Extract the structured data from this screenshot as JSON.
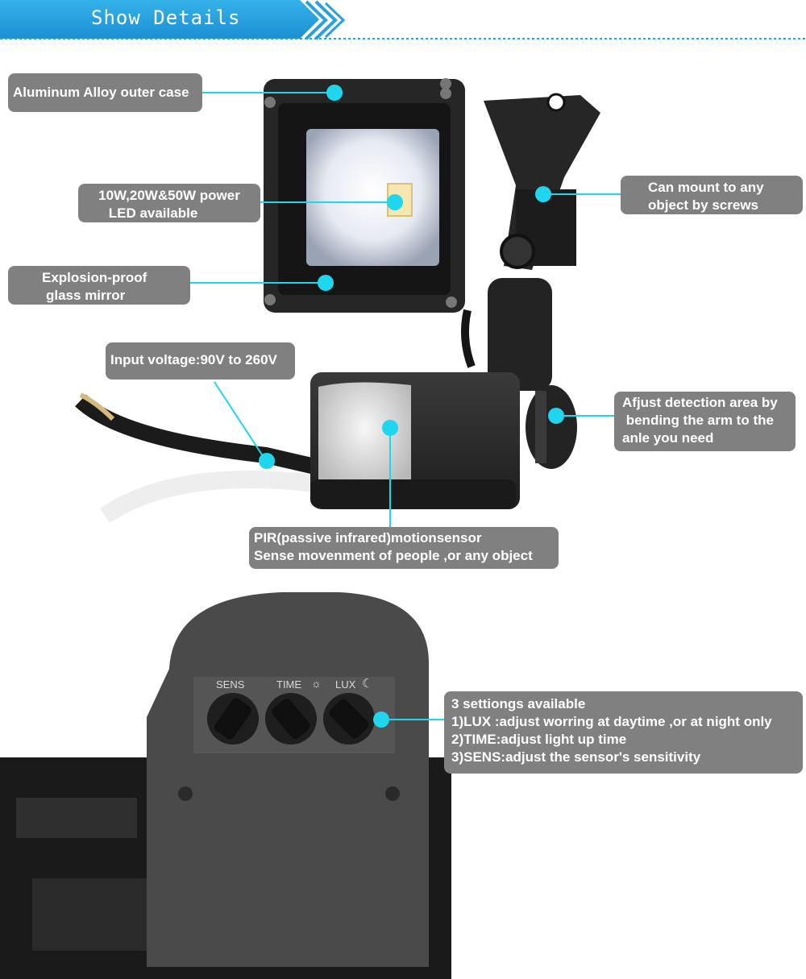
{
  "header": {
    "title": "Show Details"
  },
  "callouts": {
    "case": "Aluminum Alloy outer case",
    "power_l1": "10W,20W&50W power",
    "power_l2": "LED available",
    "glass_l1": "Explosion-proof",
    "glass_l2": "glass mirror",
    "voltage": "Input voltage:90V to 260V",
    "mount_l1": "Can mount to any",
    "mount_l2": "object by screws",
    "adjust_l1": "Afjust detection area by",
    "adjust_l2": " bending the arm to the",
    "adjust_l3": "anle you need",
    "pir_l1": "PIR(passive infrared)motionsensor",
    "pir_l2": "Sense movenment of people ,or any object",
    "settings_l1": "3 settiongs available",
    "settings_l2": "1)LUX :adjust worring at daytime ,or at night only",
    "settings_l3": "2)TIME:adjust light up time",
    "settings_l4": "3)SENS:adjust the sensor's sensitivity"
  },
  "knob_labels": {
    "sens": "SENS",
    "time": "TIME",
    "lux": "LUX"
  },
  "colors": {
    "accent": "#1fd6ee",
    "header_blue": "#2aa0de",
    "callout_gray": "#808080"
  }
}
